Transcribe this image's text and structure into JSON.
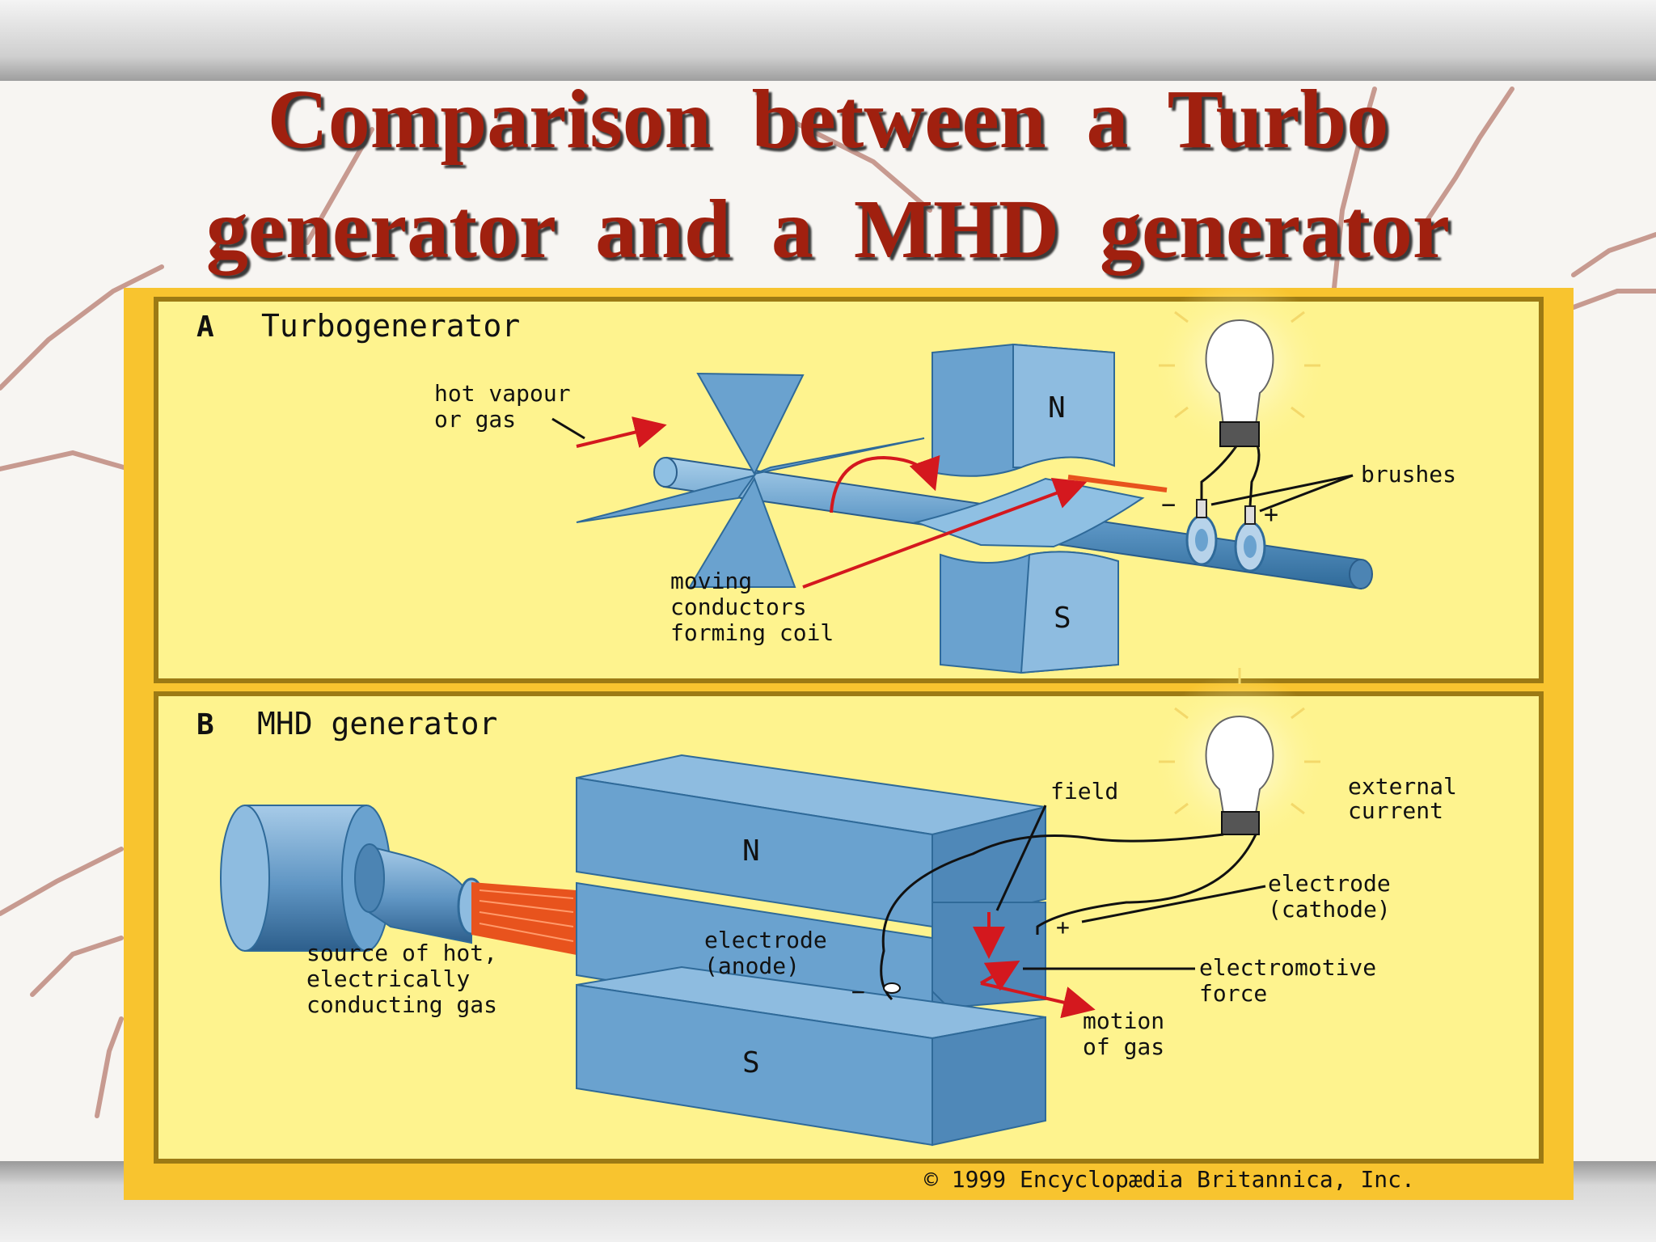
{
  "slide": {
    "title_line1": "Comparison  between  a  Turbo",
    "title_line2": "generator  and  a  MHD generator"
  },
  "panel_a": {
    "letter": "A",
    "title": "Turbogenerator",
    "hot_vapour_line1": "hot vapour",
    "hot_vapour_line2": "or gas",
    "north": "N",
    "south": "S",
    "brushes": "brushes",
    "minus": "−",
    "plus": "+",
    "moving_line1": "moving",
    "moving_line2": "conductors",
    "moving_line3": "forming coil"
  },
  "panel_b": {
    "letter": "B",
    "title": "MHD generator",
    "north": "N",
    "south": "S",
    "field": "field",
    "external_line1": "external",
    "external_line2": "current",
    "cathode_line1": "electrode",
    "cathode_line2": "(cathode)",
    "plus": "+",
    "minus": "−",
    "anode_line1": "electrode",
    "anode_line2": "(anode)",
    "source_line1": "source of hot,",
    "source_line2": "electrically",
    "source_line3": "conducting gas",
    "emf_line1": "electromotive",
    "emf_line2": "force",
    "motion_line1": "motion",
    "motion_line2": "of gas"
  },
  "copyright": "© 1999 Encyclopædia Britannica, Inc.",
  "colors": {
    "title": "#a0200f",
    "panel_bg": "#fef38e",
    "panel_border": "#9c7a14",
    "magnet_front": "#6aa2cf",
    "magnet_top": "#8ebce0",
    "arrow": "#d4181e"
  }
}
